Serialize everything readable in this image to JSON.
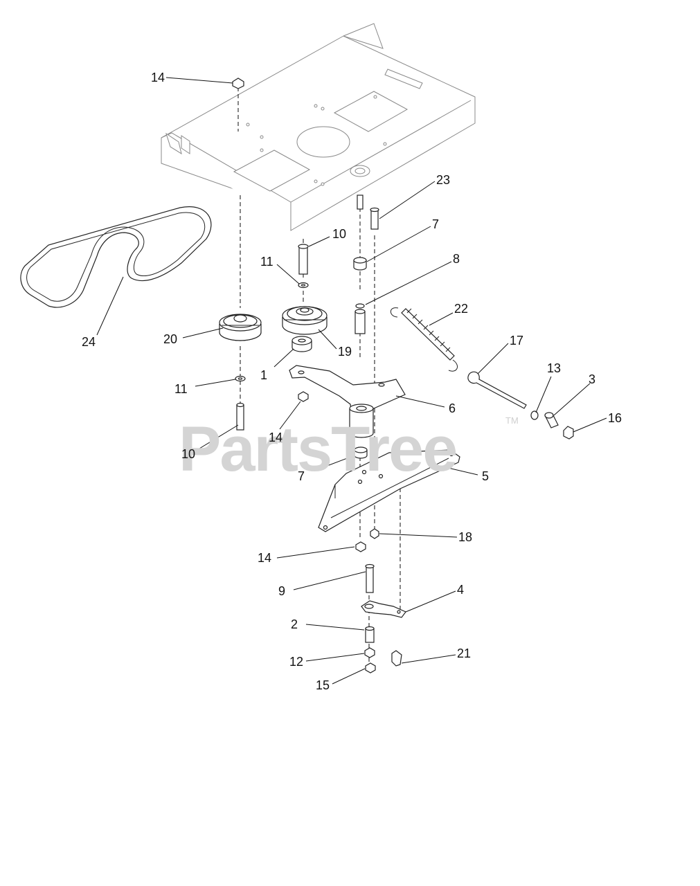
{
  "watermark": {
    "text": "PartsTree",
    "tm": "TM"
  },
  "callouts": [
    {
      "id": "c14a",
      "label": "14"
    },
    {
      "id": "c23",
      "label": "23"
    },
    {
      "id": "c7a",
      "label": "7"
    },
    {
      "id": "c10a",
      "label": "10"
    },
    {
      "id": "c11a",
      "label": "11"
    },
    {
      "id": "c8",
      "label": "8"
    },
    {
      "id": "c22",
      "label": "22"
    },
    {
      "id": "c20",
      "label": "20"
    },
    {
      "id": "c24",
      "label": "24"
    },
    {
      "id": "c19",
      "label": "19"
    },
    {
      "id": "c17",
      "label": "17"
    },
    {
      "id": "c13",
      "label": "13"
    },
    {
      "id": "c3",
      "label": "3"
    },
    {
      "id": "c1",
      "label": "1"
    },
    {
      "id": "c11b",
      "label": "11"
    },
    {
      "id": "c6",
      "label": "6"
    },
    {
      "id": "c16",
      "label": "16"
    },
    {
      "id": "c14b",
      "label": "14"
    },
    {
      "id": "c10b",
      "label": "10"
    },
    {
      "id": "c7b",
      "label": "7"
    },
    {
      "id": "c5",
      "label": "5"
    },
    {
      "id": "c18",
      "label": "18"
    },
    {
      "id": "c14c",
      "label": "14"
    },
    {
      "id": "c9",
      "label": "9"
    },
    {
      "id": "c4",
      "label": "4"
    },
    {
      "id": "c2",
      "label": "2"
    },
    {
      "id": "c21",
      "label": "21"
    },
    {
      "id": "c12",
      "label": "12"
    },
    {
      "id": "c15",
      "label": "15"
    }
  ]
}
